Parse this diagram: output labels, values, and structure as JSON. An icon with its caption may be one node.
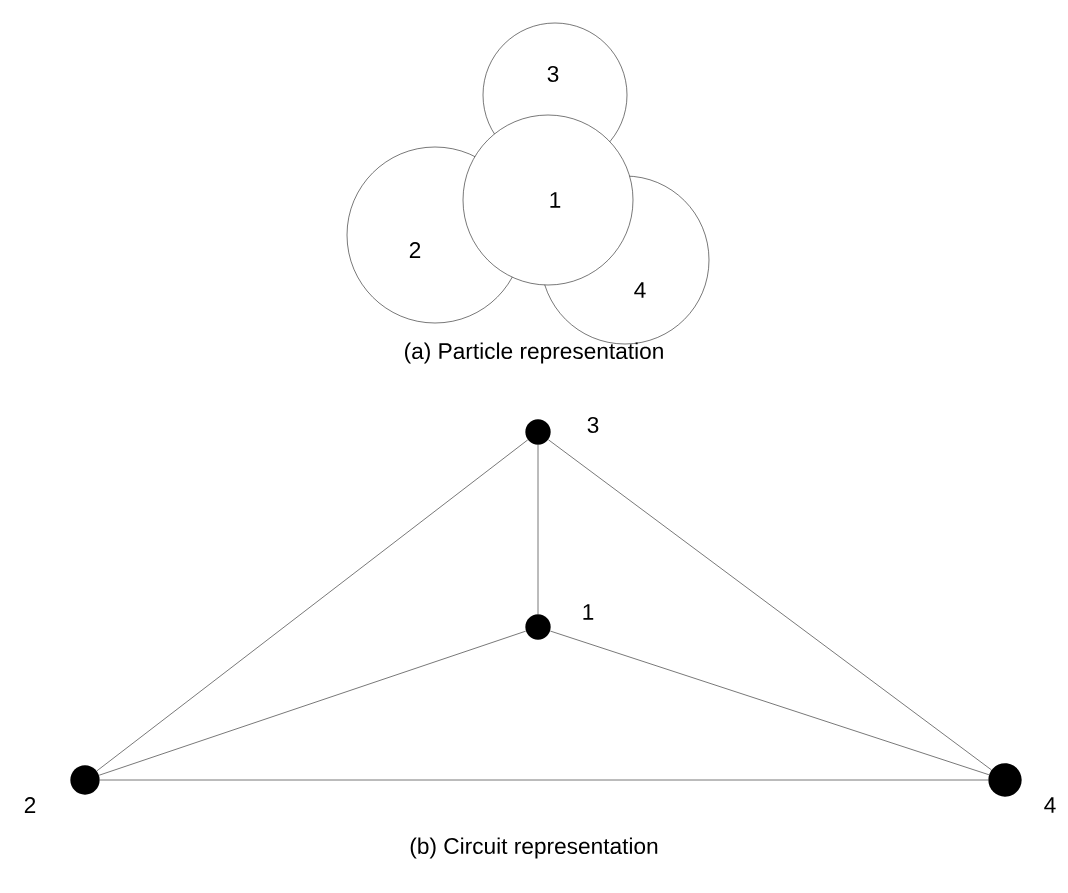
{
  "diagram": {
    "nodes": [
      {
        "text": [
          "3"
        ]
      },
      {
        "text": [
          "1"
        ]
      },
      {
        "text": [
          "2"
        ]
      },
      {
        "text": [
          "4"
        ]
      },
      {
        "text": [],
        "shape": "circle",
        "beside": [
          "3"
        ]
      },
      {
        "text": [],
        "shape": "circle",
        "beside": [
          "1"
        ]
      },
      {
        "text": [],
        "shape": "circle",
        "beside": [
          "2"
        ]
      },
      {
        "text": [],
        "shape": "circle",
        "beside": [
          "4"
        ]
      }
    ],
    "edges": [
      {
        "from": 4,
        "to": 5,
        "arrow": "none"
      },
      {
        "from": 4,
        "to": 6,
        "arrow": "none"
      },
      {
        "from": 4,
        "to": 7,
        "arrow": "none"
      },
      {
        "from": 5,
        "to": 6,
        "arrow": "none"
      },
      {
        "from": 5,
        "to": 7,
        "arrow": "none"
      },
      {
        "from": 6,
        "to": 7,
        "arrow": "none"
      }
    ],
    "labels": [
      "(a) Particle representation",
      "(b) Circuit representation"
    ]
  }
}
